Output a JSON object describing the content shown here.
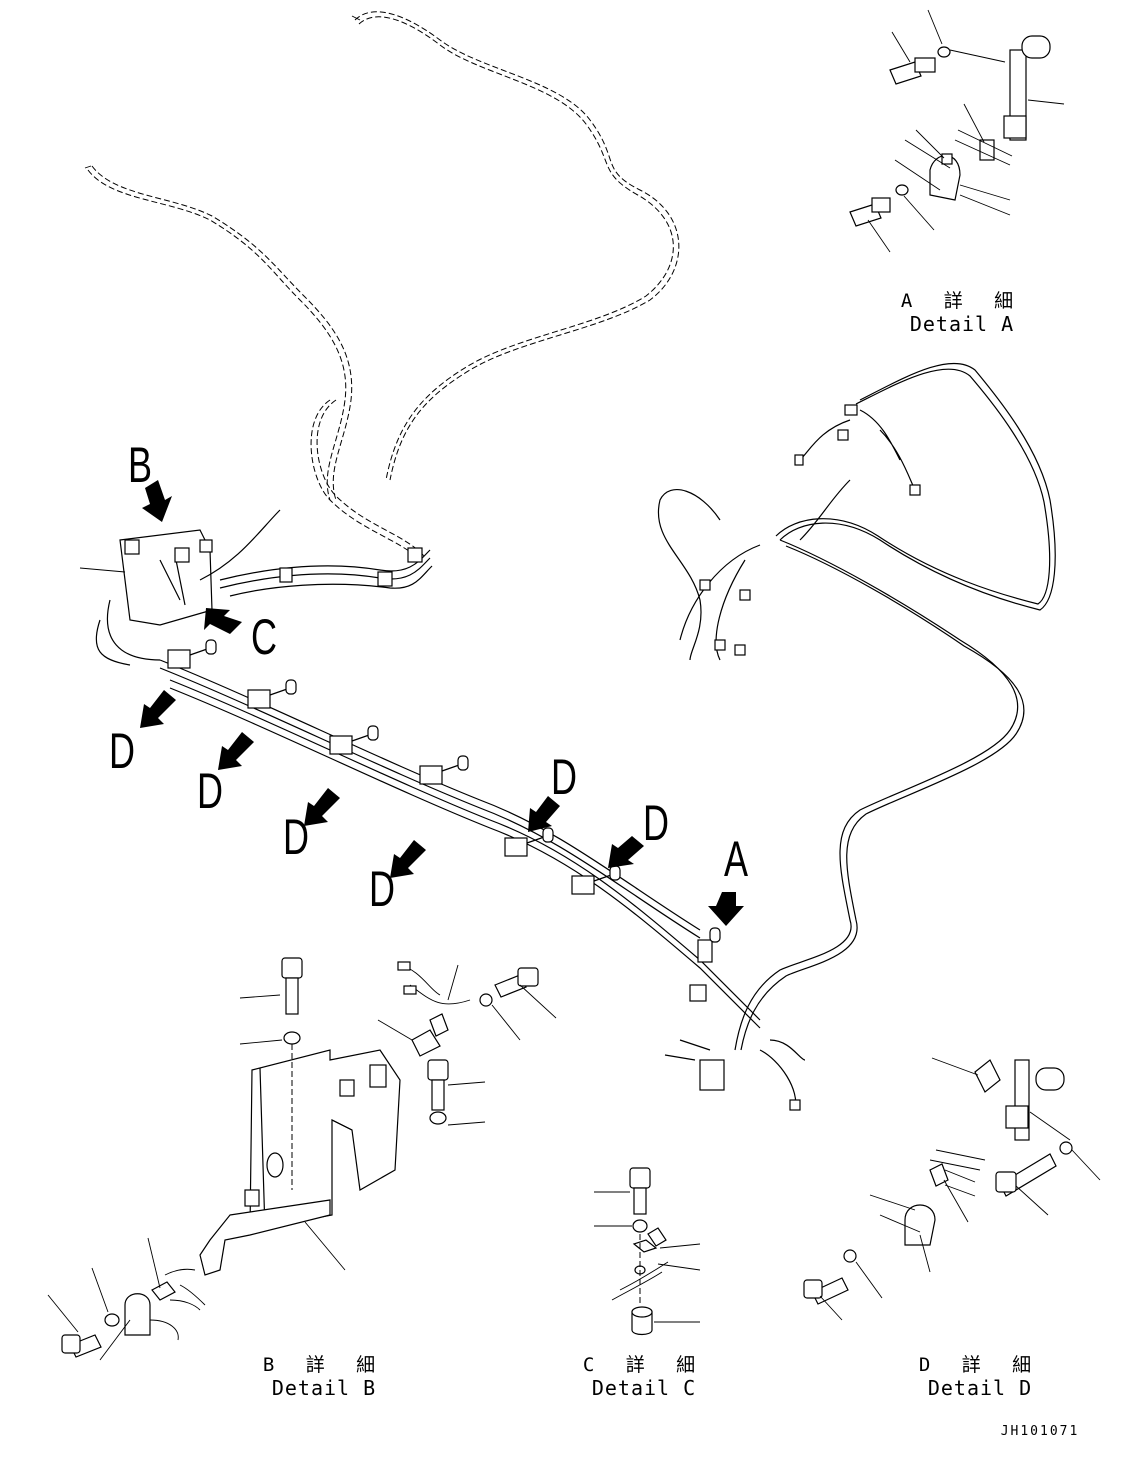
{
  "labels": {
    "view_b": "B",
    "view_c": "C",
    "view_a": "A",
    "view_d": "D"
  },
  "captions": {
    "detail_a_ja": "A 詳 細",
    "detail_a_en": "Detail A",
    "detail_b_ja": "B 詳 細",
    "detail_b_en": "Detail B",
    "detail_c_ja": "C 詳 細",
    "detail_c_en": "Detail C",
    "detail_d_ja": "D 詳 細",
    "detail_d_en": "Detail D"
  },
  "drawing_code": "JH101071"
}
